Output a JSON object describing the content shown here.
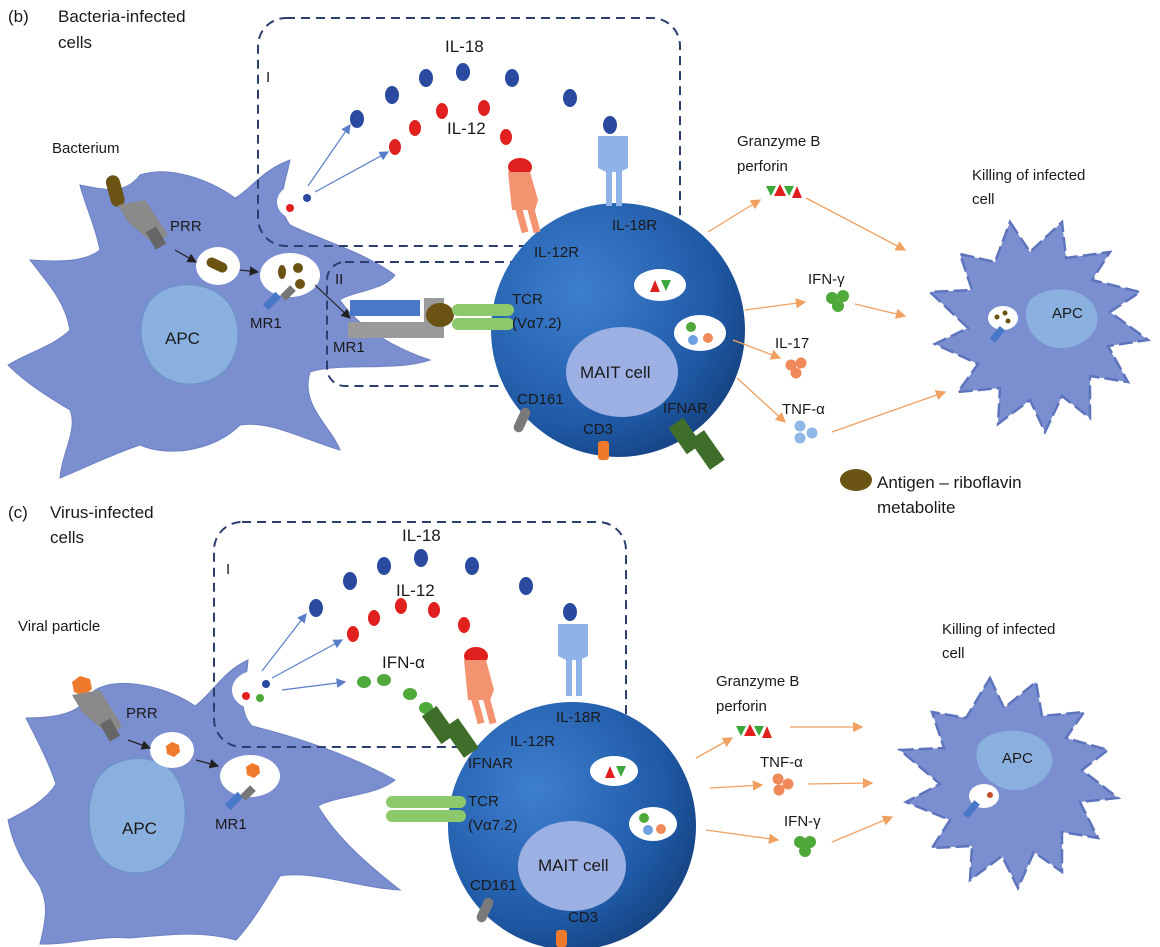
{
  "panel_b": {
    "letter": "(b)",
    "title_line1": "Bacteria-infected",
    "title_line2": "cells",
    "region_i": "I",
    "region_ii": "II",
    "bacterium": "Bacterium",
    "prr": "PRR",
    "apc": "APC",
    "mr1_small": "MR1",
    "mr1_large": "MR1",
    "il18": "IL-18",
    "il12": "IL-12",
    "il12r": "IL-12R",
    "il18r": "IL-18R",
    "tcr_line1": "TCR",
    "tcr_line2": "(Vα7.2)",
    "mait": "MAIT cell",
    "cd161": "CD161",
    "cd3": "CD3",
    "ifnar": "IFNAR",
    "granzyme_line1": "Granzyme B",
    "granzyme_line2": "perforin",
    "ifng": "IFN-γ",
    "il17": "IL-17",
    "tnfa": "TNF-α",
    "killing_line1": "Killing of infected",
    "killing_line2": "cell",
    "target_apc": "APC"
  },
  "legend": {
    "antigen_line1": "Antigen – riboflavin",
    "antigen_line2": "metabolite"
  },
  "panel_c": {
    "letter": "(c)",
    "title_line1": "Virus-infected",
    "title_line2": "cells",
    "region_i": "I",
    "viral_particle": "Viral particle",
    "prr": "PRR",
    "apc": "APC",
    "mr1": "MR1",
    "il18": "IL-18",
    "il12": "IL-12",
    "ifna": "IFN-α",
    "il12r": "IL-12R",
    "il18r": "IL-18R",
    "ifnar": "IFNAR",
    "tcr_line1": "TCR",
    "tcr_line2": "(Vα7.2)",
    "mait": "MAIT cell",
    "cd161": "CD161",
    "cd3": "CD3",
    "granzyme_line1": "Granzyme B",
    "granzyme_line2": "perforin",
    "tnfa": "TNF-α",
    "ifng": "IFN-γ",
    "killing_line1": "Killing of infected",
    "killing_line2": "cell",
    "target_apc": "APC"
  },
  "colors": {
    "apc_cell": "#7b8fd0",
    "mait_cell": "#1f5aa6",
    "il18_dot": "#2a4aa0",
    "il12_dot": "#e0201e",
    "ifna_dot": "#4fa83a",
    "antigen": "#6b5314",
    "arrow_orange": "#f0a060",
    "arrow_blue": "#5a7dc8",
    "dash": "#2c3e6e"
  }
}
